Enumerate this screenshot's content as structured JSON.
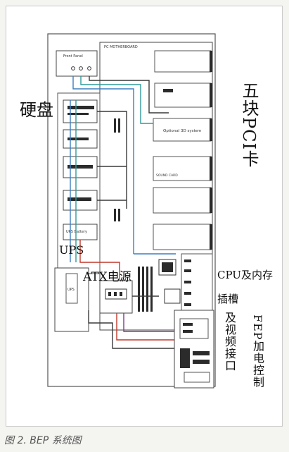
{
  "diagram": {
    "mainboard_label": "PC MOTHERBOARD",
    "front_panel_label": "Front Panel",
    "optional_card_label": "Optional 3D system",
    "sound_card_label": "SOUND CARD",
    "ups_battery_label": "UPS Battery",
    "ups_unit_label": "UPS"
  },
  "annotations": {
    "hard_disk": "硬盘",
    "five_pci": "五块PCI卡",
    "ups": "UPS",
    "atx_power": "ATX电源",
    "cpu_memory": "CPU及内存插槽",
    "video_port": "及视频接口",
    "fep_control": "FEP加电控制"
  },
  "caption": "图 2. BEP 系统图",
  "colors": {
    "line": "#3a3a3a",
    "blue_cable": "#3b7fc0",
    "teal_cable": "#2f9a9a",
    "red_cable": "#c0392b",
    "purple_cable": "#7a3c8a",
    "connector": "#2b2b2b"
  }
}
